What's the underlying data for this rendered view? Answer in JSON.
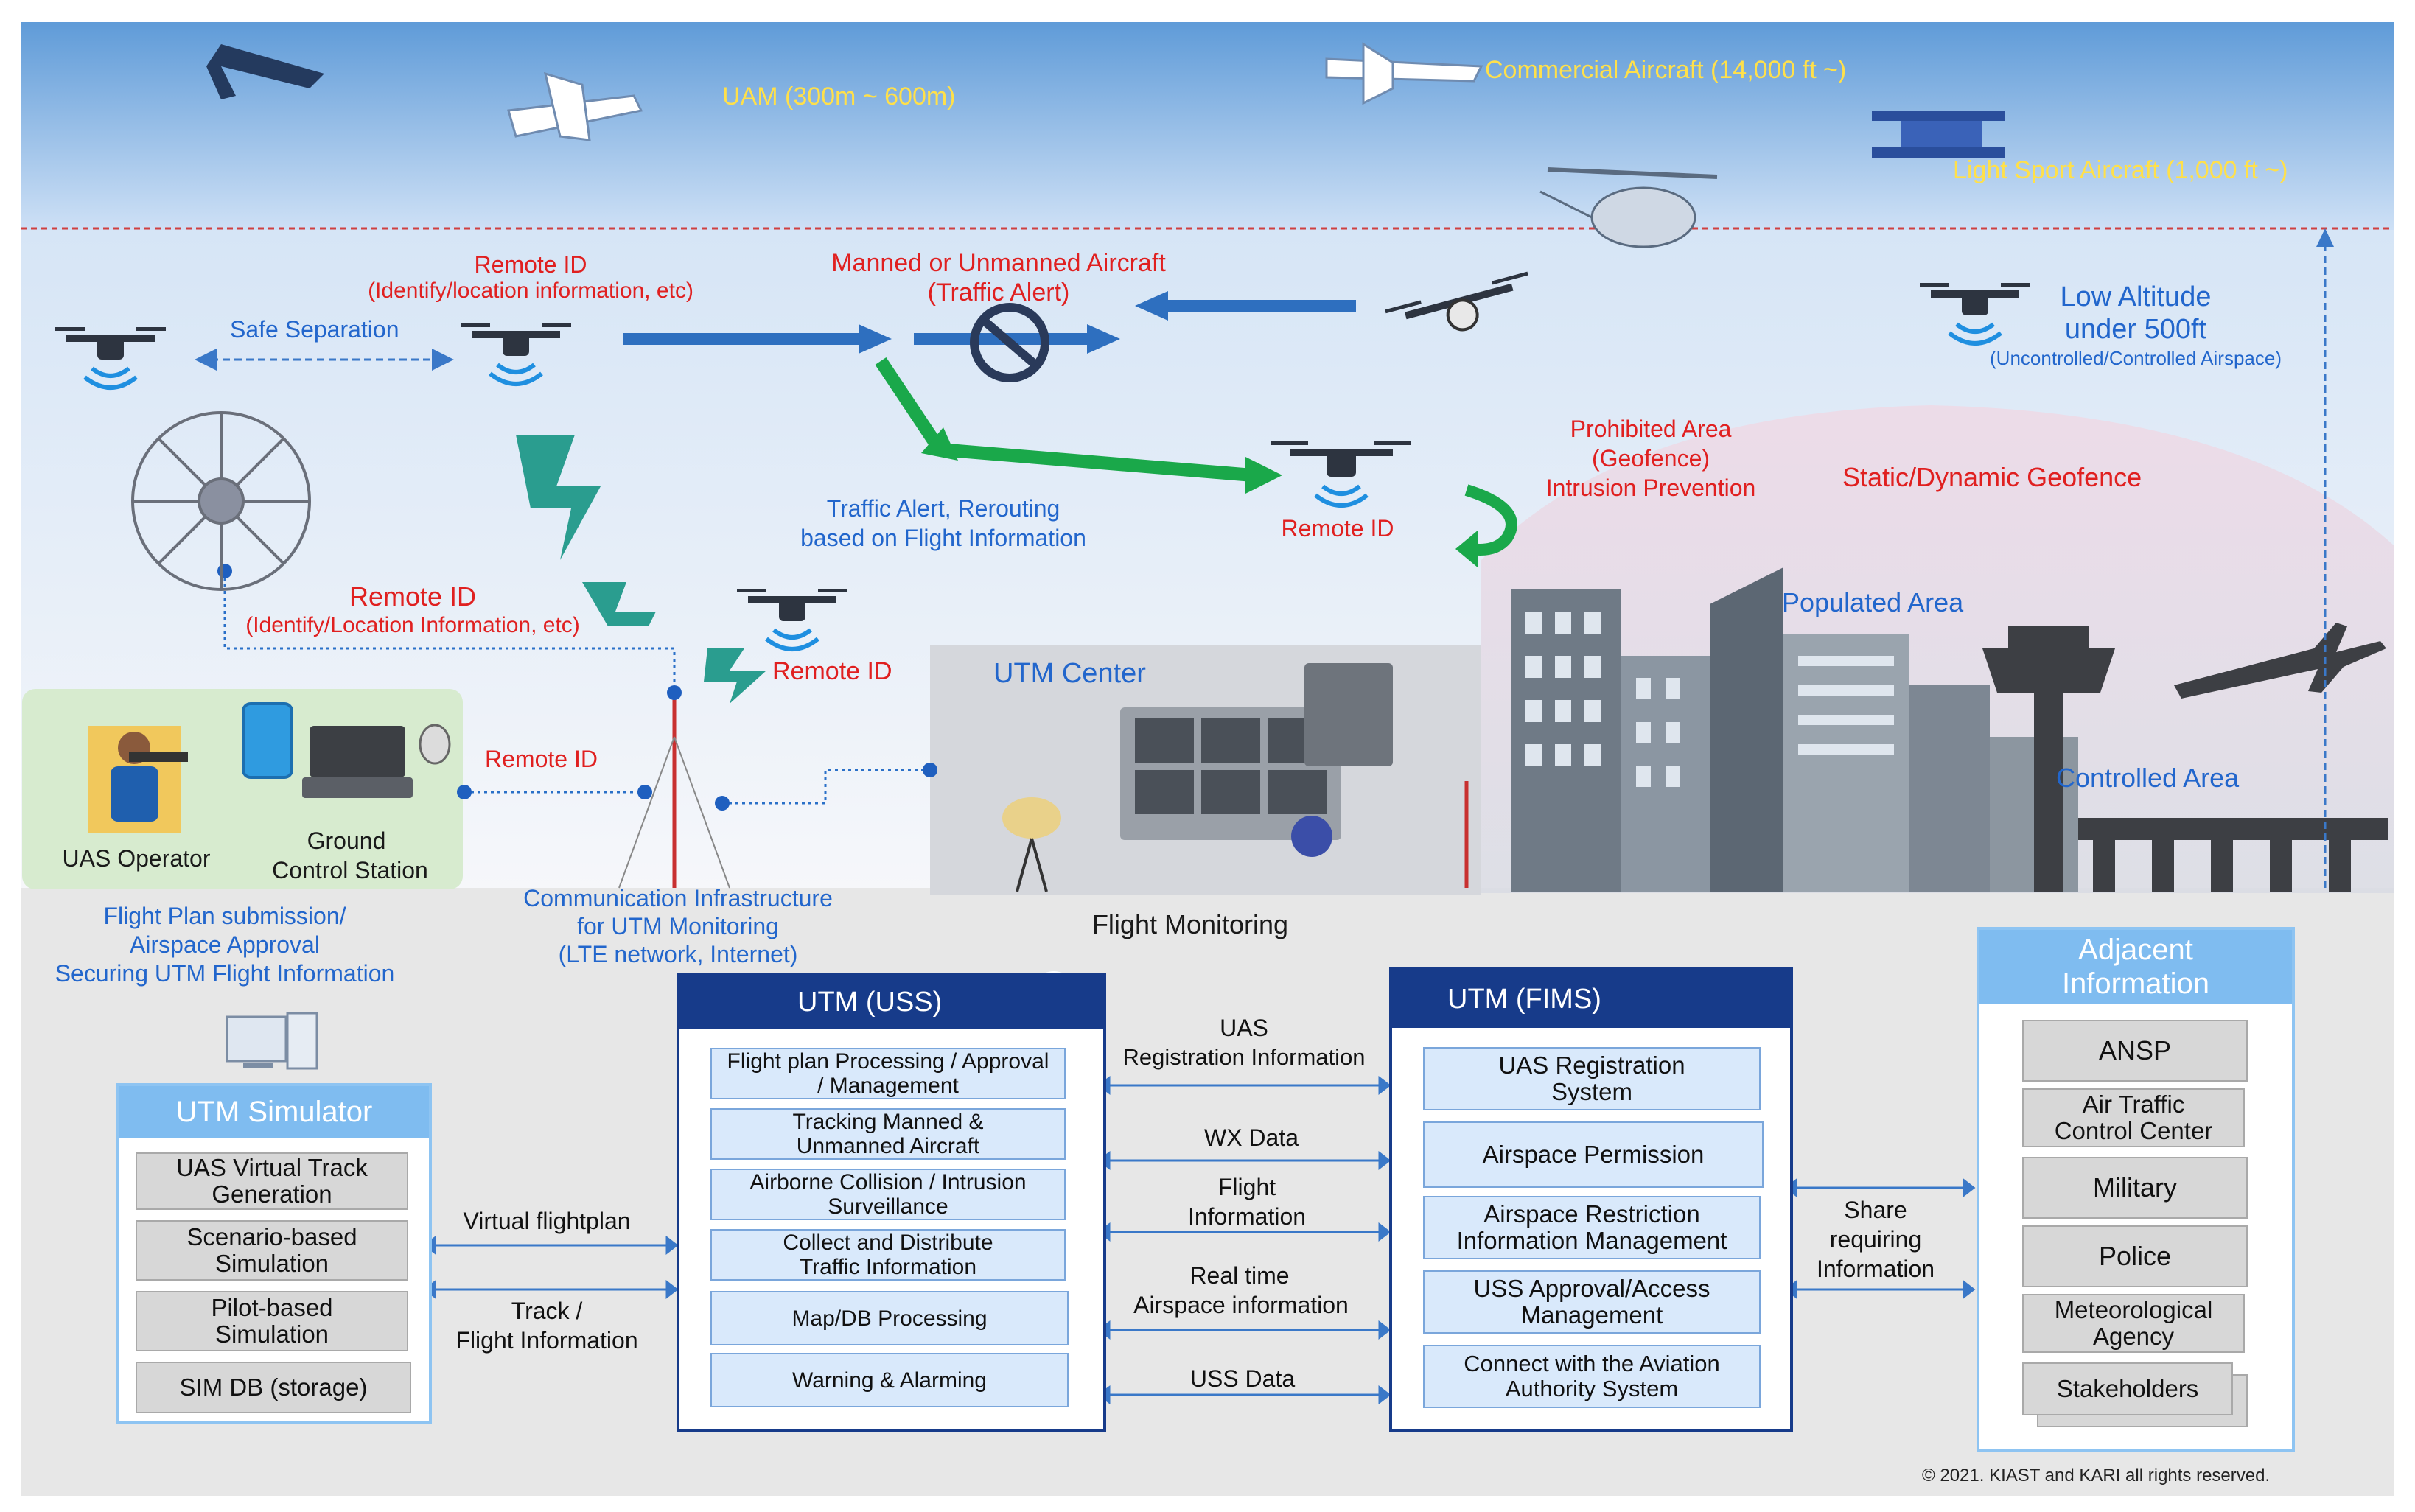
{
  "sky": {
    "uam": "UAM (300m ~ 600m)",
    "commercial": "Commercial Aircraft (14,000 ft ~)",
    "light_sport": "Light Sport Aircraft (1,000 ft ~)"
  },
  "airspace": {
    "remote_id_top": "Remote ID",
    "remote_id_top_sub": "(Identify/location information, etc)",
    "safe_separation": "Safe Separation",
    "manned_unmanned": "Manned or Unmanned Aircraft",
    "traffic_alert": "(Traffic Alert)",
    "low_altitude_1": "Low Altitude",
    "low_altitude_2": "under 500ft",
    "low_altitude_3": "(Uncontrolled/Controlled Airspace)",
    "prohibited_1": "Prohibited Area",
    "prohibited_2": "(Geofence)",
    "prohibited_3": "Intrusion Prevention",
    "static_dynamic": "Static/Dynamic Geofence",
    "remote_id_right": "Remote ID",
    "traffic_reroute_1": "Traffic Alert, Rerouting",
    "traffic_reroute_2": "based on Flight Information",
    "remote_id_left": "Remote ID",
    "remote_id_left_sub": "(Identify/Location Information, etc)",
    "remote_id_mid": "Remote ID",
    "populated_area": "Populated Area",
    "controlled_area": "Controlled Area",
    "utm_center": "UTM Center",
    "remote_id_ground": "Remote ID",
    "uas_operator": "UAS Operator",
    "gcs_1": "Ground",
    "gcs_2": "Control Station",
    "comm_1": "Communication Infrastructure",
    "comm_2": "for UTM Monitoring",
    "comm_3": "(LTE network, Internet)",
    "flight_monitoring": "Flight Monitoring",
    "flight_plan_1": "Flight Plan submission/",
    "flight_plan_2": "Airspace Approval",
    "flight_plan_3": "Securing UTM Flight Information"
  },
  "simulator": {
    "title": "UTM Simulator",
    "items": [
      "UAS Virtual Track Generation",
      "Scenario-based Simulation",
      "Pilot-based Simulation",
      "SIM DB (storage)"
    ]
  },
  "sim_links": {
    "virtual": "Virtual flightplan",
    "track_1": "Track /",
    "track_2": "Flight Information"
  },
  "uss": {
    "title": "UTM (USS)",
    "items": [
      "Flight plan Processing / Approval / Management",
      "Tracking Manned & Unmanned Aircraft",
      "Airborne Collision / Intrusion Surveillance",
      "Collect and Distribute Traffic Information",
      "Map/DB Processing",
      "Warning & Alarming"
    ]
  },
  "links": {
    "uas_reg_1": "UAS",
    "uas_reg_2": "Registration Information",
    "wx": "WX Data",
    "flight_1": "Flight",
    "flight_2": "Information",
    "realtime_1": "Real time",
    "realtime_2": "Airspace information",
    "uss_data": "USS Data"
  },
  "fims": {
    "title": "UTM (FIMS)",
    "items": [
      "UAS Registration System",
      "Airspace Permission",
      "Airspace Restriction Information Management",
      "USS Approval/Access Management",
      "Connect with the Aviation Authority System"
    ]
  },
  "share": {
    "l1": "Share",
    "l2": "requiring",
    "l3": "Information"
  },
  "adjacent": {
    "title_1": "Adjacent",
    "title_2": "Information",
    "items": [
      "ANSP",
      "Air Traffic Control Center",
      "Military",
      "Police",
      "Meteorological Agency",
      "Stakeholders"
    ]
  },
  "copyright": "© 2021. KIAST and KARI all rights reserved.",
  "colors": {
    "sky_top": "#5e9ad8",
    "sky_bottom": "#dbe9f8",
    "accent_blue": "#2e6fbf",
    "green_arrow": "#1aa84a",
    "panel_navy": "#173b8a",
    "panel_light": "#7fb8ee",
    "red_text": "#e02020"
  }
}
